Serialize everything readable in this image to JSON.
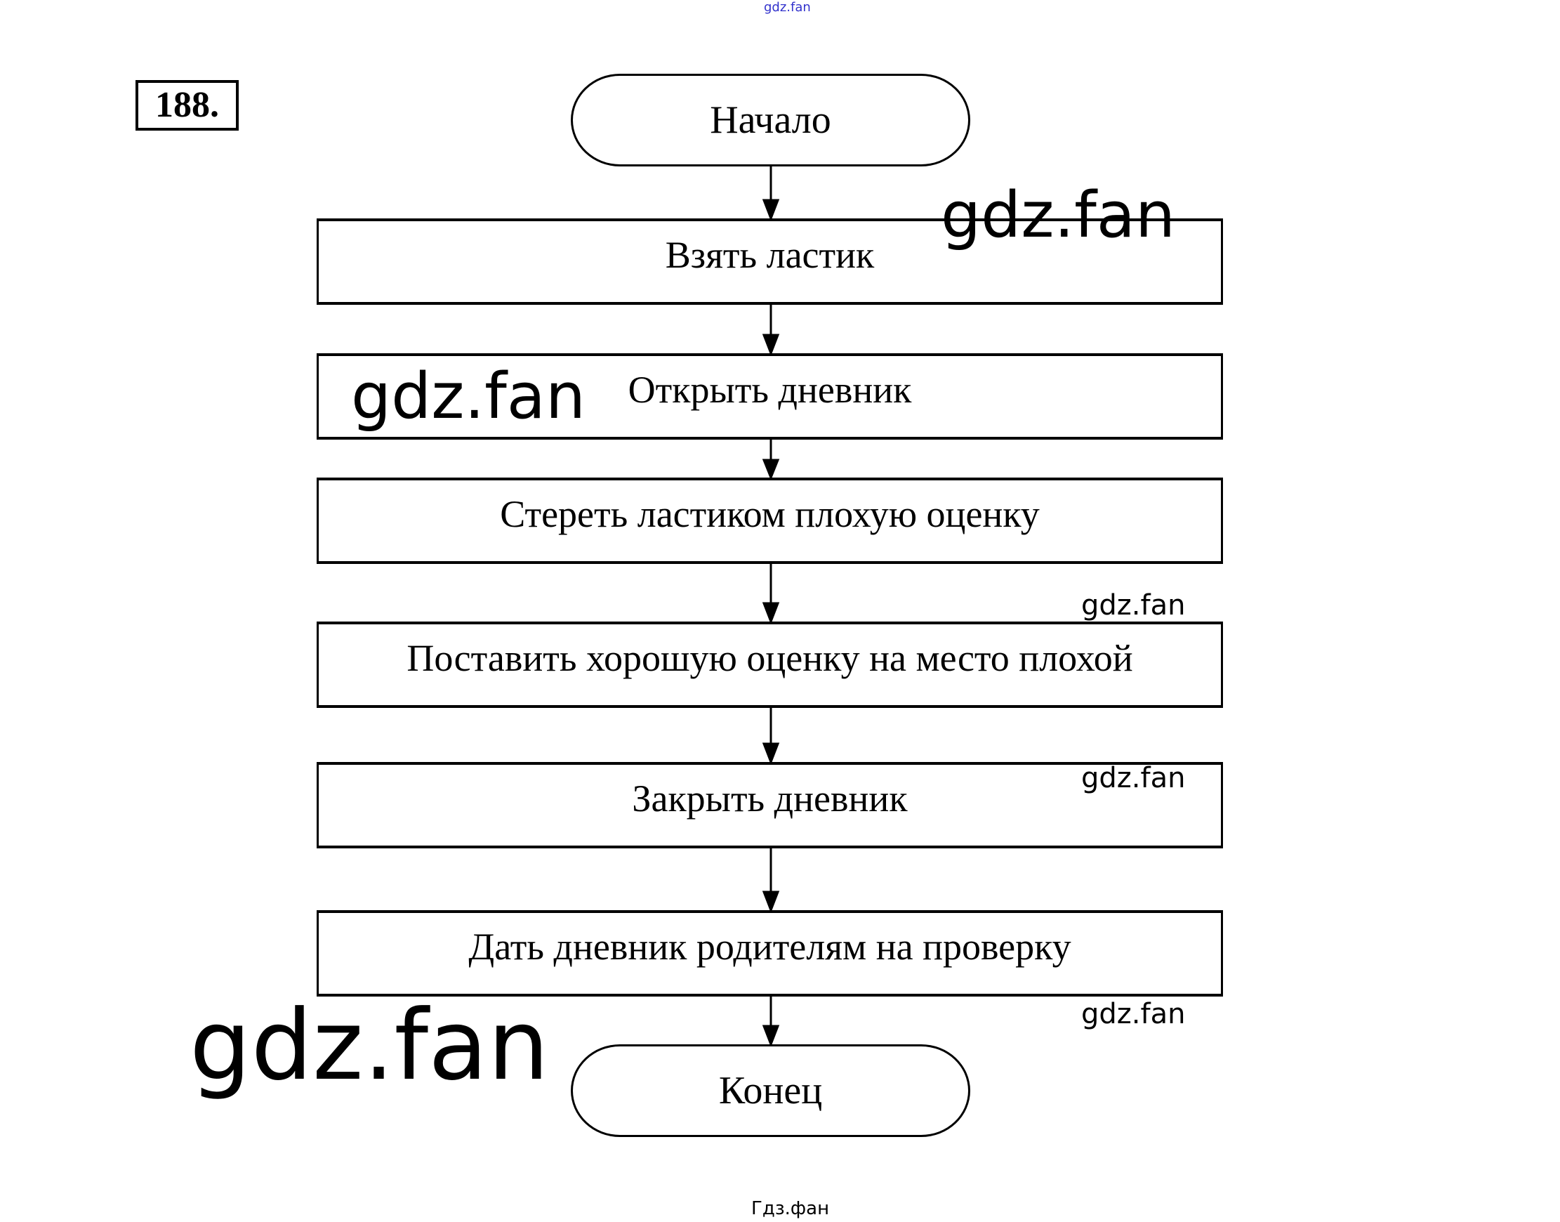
{
  "header": {
    "watermark_top": "gdz.fan"
  },
  "task_number": "188.",
  "flowchart": {
    "start": "Начало",
    "steps": [
      "Взять ластик",
      "Открыть дневник",
      "Стереть ластиком плохую оценку",
      "Поставить хорошую оценку на место плохой",
      "Закрыть дневник",
      "Дать дневник родителям на проверку"
    ],
    "end": "Конец"
  },
  "watermarks": {
    "large_1": "gdz.fan",
    "large_2": "gdz.fan",
    "huge": "gdz.fan",
    "small_1": "gdz.fan",
    "small_2": "gdz.fan",
    "small_3": "gdz.fan"
  },
  "footer": {
    "watermark_bottom": "Гдз.фан"
  },
  "colors": {
    "line": "#000000",
    "top_watermark": "#3333cc"
  }
}
